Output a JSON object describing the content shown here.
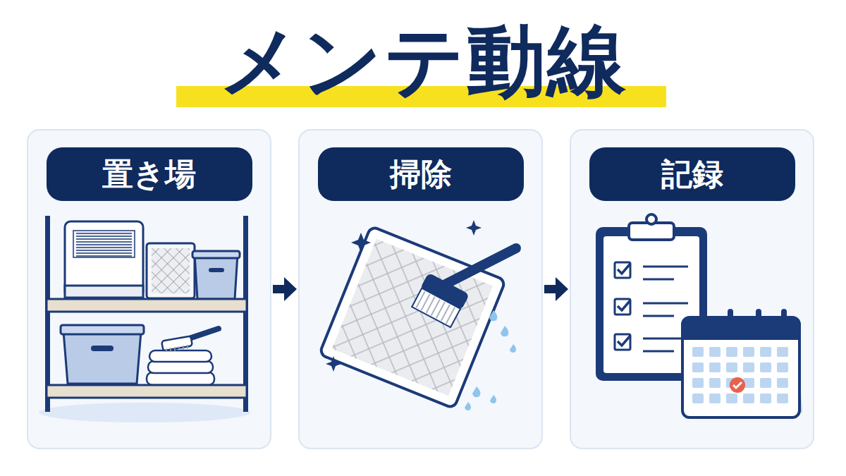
{
  "diagram": {
    "title": "メンテ動線",
    "nodes": [
      {
        "text": [
          "置き場"
        ]
      },
      {
        "text": [
          "掃除"
        ]
      },
      {
        "text": [
          "記録"
        ]
      }
    ],
    "edges": [
      {
        "from": 0,
        "to": 1,
        "arrow": "to"
      },
      {
        "from": 1,
        "to": 2,
        "arrow": "to"
      }
    ]
  }
}
